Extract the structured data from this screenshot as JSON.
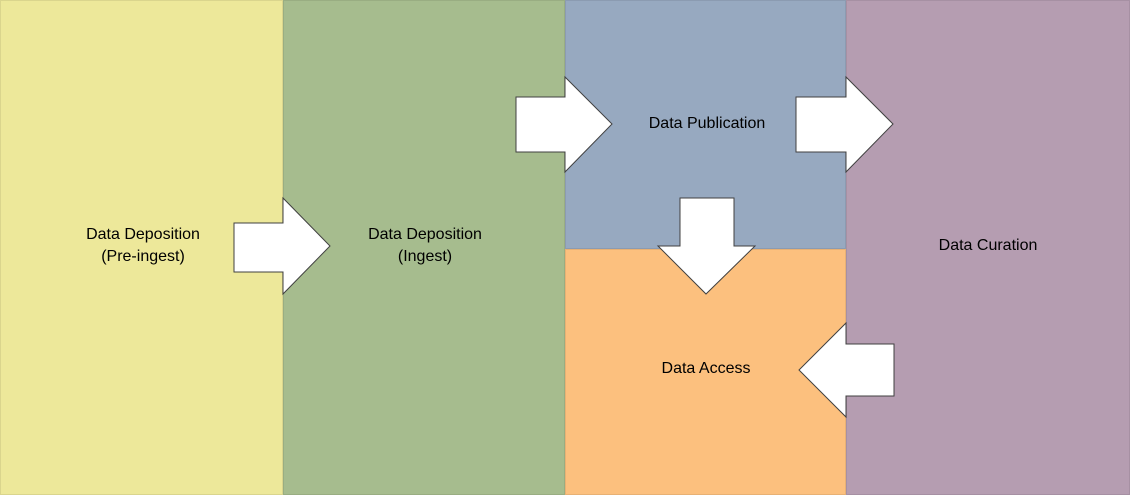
{
  "diagram": {
    "panels": {
      "pre_ingest": {
        "line1": "Data Deposition",
        "line2": "(Pre-ingest)",
        "color": "#EDE89A"
      },
      "ingest": {
        "line1": "Data Deposition",
        "line2": "(Ingest)",
        "color": "#A6BC8E"
      },
      "publication": {
        "label": "Data Publication",
        "color": "#97A9C0"
      },
      "access": {
        "label": "Data Access",
        "color": "#FCC07E"
      },
      "curation": {
        "label": "Data Curation",
        "color": "#B59DB1"
      }
    }
  }
}
